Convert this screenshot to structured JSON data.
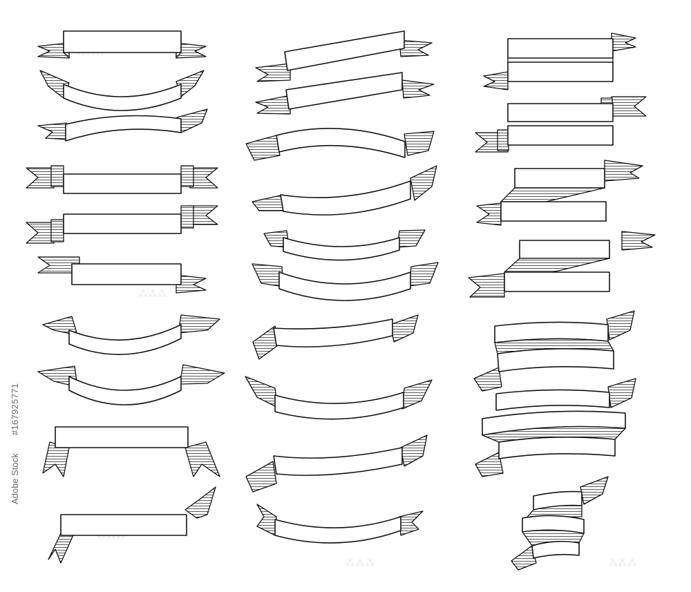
{
  "stock_watermark": {
    "site": "Adobe Stock",
    "id": "#167925771"
  },
  "colors": {
    "ink": "#111111",
    "paper": "#ffffff",
    "watermark_tint": "#e9e9e9"
  },
  "ribbons": [
    {
      "id": "c1-flat-1",
      "style": "flat"
    },
    {
      "id": "c1-arc-down-1",
      "style": "arc-down"
    },
    {
      "id": "c1-wave-1",
      "style": "wave"
    },
    {
      "id": "c1-flat-fold-1",
      "style": "flat-fold"
    },
    {
      "id": "c1-flat-fold-2",
      "style": "flat-fold"
    },
    {
      "id": "c1-flat-2",
      "style": "flat"
    },
    {
      "id": "c1-arc-up-1",
      "style": "arc-up"
    },
    {
      "id": "c1-arc-up-2",
      "style": "arc-up"
    },
    {
      "id": "c1-banner-tails-down",
      "style": "banner-tails-down"
    },
    {
      "id": "c1-banner-twisted",
      "style": "banner-twisted"
    },
    {
      "id": "c2-tilt-1",
      "style": "tilt"
    },
    {
      "id": "c2-tilt-2",
      "style": "tilt"
    },
    {
      "id": "c2-wave-1",
      "style": "wave"
    },
    {
      "id": "c2-wave-2",
      "style": "wave"
    },
    {
      "id": "c2-arc-down-1",
      "style": "arc-down"
    },
    {
      "id": "c2-arc-down-2",
      "style": "arc-down"
    },
    {
      "id": "c2-wave-3",
      "style": "wave"
    },
    {
      "id": "c2-arc-down-3",
      "style": "arc-down"
    },
    {
      "id": "c2-wave-4",
      "style": "wave"
    },
    {
      "id": "c2-arc-down-4",
      "style": "arc-down"
    },
    {
      "id": "c3-stack-1",
      "style": "stacked"
    },
    {
      "id": "c3-stack-2",
      "style": "stacked"
    },
    {
      "id": "c3-zigzag-1",
      "style": "zigzag"
    },
    {
      "id": "c3-zigzag-2",
      "style": "zigzag"
    },
    {
      "id": "c3-wave-stack-1",
      "style": "wave-stacked"
    },
    {
      "id": "c3-wave-stack-2",
      "style": "wave-stacked"
    },
    {
      "id": "c3-small-stack",
      "style": "small-stacked"
    }
  ]
}
